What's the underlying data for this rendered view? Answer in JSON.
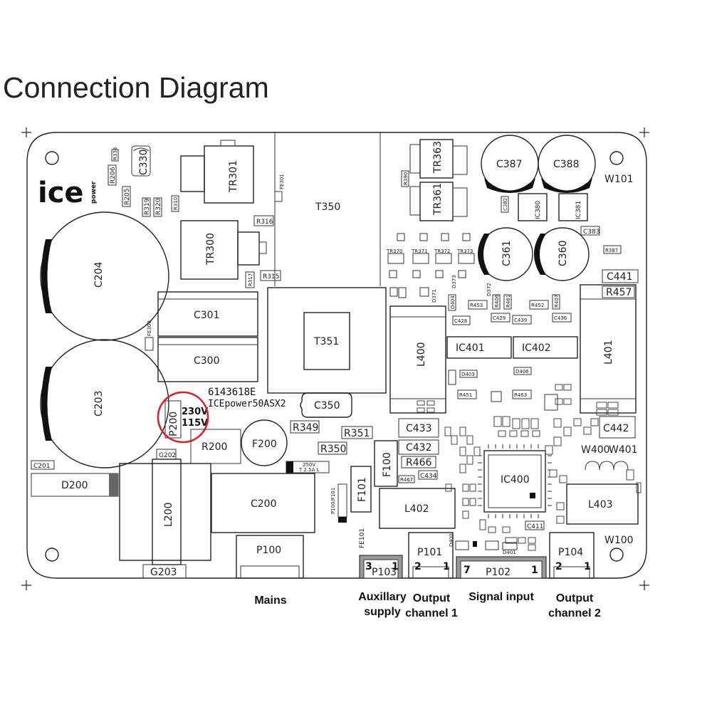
{
  "title": "Connection Diagram",
  "accent_color": "#d9232a",
  "logo": {
    "text": "ice",
    "sub": "power"
  },
  "board_marking": {
    "part": "6143618E",
    "model": "ICEpower50ASX2"
  },
  "voltage_select": {
    "ref": "P200",
    "v1": "230V",
    "v2": "115V"
  },
  "inductors": {
    "w400": "W400",
    "w401": "W401"
  },
  "mounting": {
    "w101": "W101",
    "w100": "W100"
  },
  "fuse_small": {
    "line1": "250V",
    "line2": "T 2.5A L"
  },
  "fuse_note": "P100/F101",
  "components": {
    "c330": "C330",
    "r206": "R206",
    "r205": "R205",
    "r338": "R338",
    "r319": "R319",
    "r320": "R320",
    "r310": "R310",
    "tr301": "TR301",
    "fe301": "FE301",
    "r316": "R316",
    "tr300": "TR300",
    "r317": "R317",
    "r315": "R315",
    "t350": "T350",
    "t351": "T351",
    "c204": "C204",
    "c203": "C203",
    "c301": "C301",
    "c300": "C300",
    "fe300": "FE300",
    "c350": "C350",
    "r349": "R349",
    "r351": "R351",
    "r350": "R350",
    "r200": "R200",
    "f200": "F200",
    "g202": "G202",
    "g203": "G203",
    "c201": "C201",
    "d200": "D200",
    "l200": "L200",
    "c200": "C200",
    "p100": "P100",
    "tr363": "TR363",
    "tr361": "TR361",
    "r390": "R390",
    "c387": "C387",
    "c388": "C388",
    "ic380": "IC380",
    "ic381": "IC381",
    "c383": "C383",
    "c382": "C382",
    "c361": "C361",
    "c360": "C360",
    "r387": "R387",
    "tr370": "TR370",
    "tr371": "TR371",
    "tr372": "TR372",
    "tr373": "TR373",
    "d373": "D373",
    "d372": "D372",
    "d371": "D371",
    "c441": "C441",
    "r457": "R457",
    "l400": "L400",
    "l401": "L401",
    "ic401": "IC401",
    "ic402": "IC402",
    "c428": "C428",
    "c429": "C429",
    "c439": "C439",
    "c436": "C436",
    "r453": "R453",
    "r452": "R452",
    "r461": "R461",
    "r406": "R406",
    "r407": "R407",
    "d404": "D404",
    "d403": "D403",
    "d406": "D406",
    "r451": "R451",
    "r463": "R463",
    "c433": "C433",
    "c432": "C432",
    "r466": "R466",
    "c434": "C434",
    "r467": "R467",
    "f100": "F100",
    "f101": "F101",
    "l402": "L402",
    "fe101": "FE101",
    "ic400": "IC400",
    "c411": "C411",
    "c442": "C442",
    "l403": "L403",
    "d400": "D400",
    "d401": "D401",
    "p103": "P103",
    "p101": "P101",
    "p102": "P102",
    "p104": "P104"
  },
  "pins": {
    "p103_left": "3",
    "p103_right": "1",
    "p101_left": "2",
    "p101_right": "1",
    "p102_left": "7",
    "p102_right": "1",
    "p104_left": "2",
    "p104_right": "1"
  },
  "connector_labels": {
    "mains": "Mains",
    "aux_1": "Auxillary",
    "aux_2": "supply",
    "out1_1": "Output",
    "out1_2": "channel 1",
    "signal": "Signal input",
    "out2_1": "Output",
    "out2_2": "channel 2"
  }
}
